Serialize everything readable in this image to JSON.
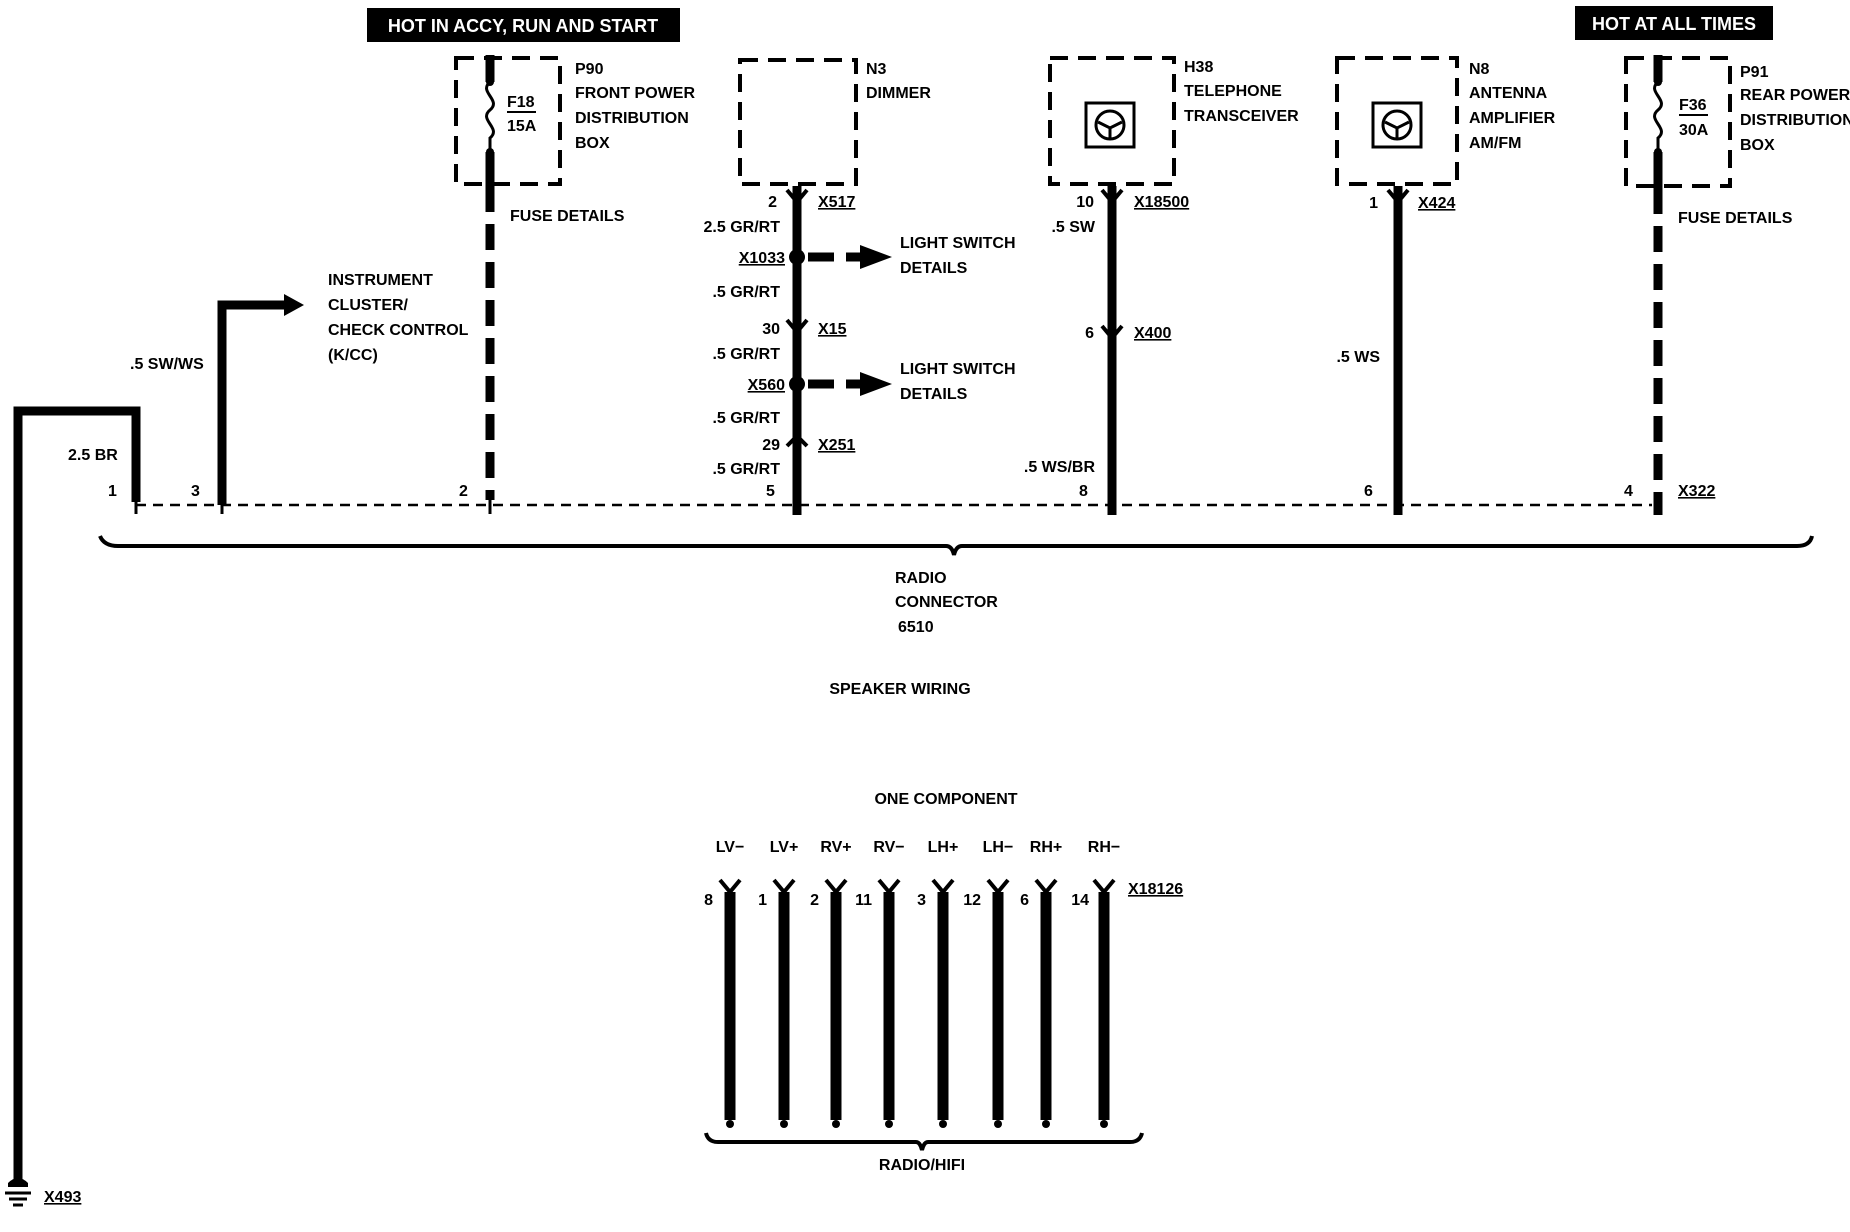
{
  "banners": {
    "hot_accy": "HOT IN ACCY, RUN AND START",
    "hot_all": "HOT AT ALL TIMES"
  },
  "p90": {
    "ref": "P90",
    "name1": "FRONT POWER",
    "name2": "DISTRIBUTION",
    "name3": "BOX",
    "fuse": "F18",
    "rating": "15A",
    "details": "FUSE DETAILS"
  },
  "n3": {
    "ref": "N3",
    "name": "DIMMER"
  },
  "h38": {
    "ref": "H38",
    "name1": "TELEPHONE",
    "name2": "TRANSCEIVER"
  },
  "n8": {
    "ref": "N8",
    "name1": "ANTENNA",
    "name2": "AMPLIFIER",
    "name3": "AM/FM"
  },
  "p91": {
    "ref": "P91",
    "name1": "REAR POWER",
    "name2": "DISTRIBUTION",
    "name3": "BOX",
    "fuse": "F36",
    "rating": "30A",
    "details": "FUSE DETAILS"
  },
  "instrument_cluster": {
    "line1": "INSTRUMENT",
    "line2": "CLUSTER/",
    "line3": "CHECK CONTROL",
    "line4": "(K/CC)"
  },
  "dimmer_circuit": {
    "pin_top": "2",
    "conn_top": "X517",
    "wire1": "2.5 GR/RT",
    "splice1": "X1033",
    "wire2": ".5 GR/RT",
    "pin_x15": "30",
    "conn_x15": "X15",
    "wire3": ".5 GR/RT",
    "splice2": "X560",
    "wire4": ".5 GR/RT",
    "pin_x251": "29",
    "conn_x251": "X251",
    "wire5": ".5 GR/RT",
    "light_switch1_l1": "LIGHT SWITCH",
    "light_switch1_l2": "DETAILS",
    "light_switch2_l1": "LIGHT SWITCH",
    "light_switch2_l2": "DETAILS"
  },
  "telephone_circuit": {
    "pin_top": "10",
    "conn_top": "X18500",
    "wire1": ".5 SW",
    "pin_x400": "6",
    "conn_x400": "X400",
    "wire2": ".5 WS/BR"
  },
  "antenna_circuit": {
    "pin_top": "1",
    "conn_top": "X424",
    "wire": ".5 WS"
  },
  "left_circuits": {
    "cluster_wire": ".5 SW/WS",
    "ground_wire": "2.5 BR",
    "ground_conn": "X493"
  },
  "radio_pins": {
    "p1": "1",
    "p3": "3",
    "p2": "2",
    "p5": "5",
    "p8": "8",
    "p6": "6",
    "p4": "4",
    "conn": "X322"
  },
  "radio_connector": {
    "line1": "RADIO",
    "line2": "CONNECTOR",
    "line3": "6510"
  },
  "speaker": {
    "section_title": "SPEAKER WIRING",
    "component_title": "ONE COMPONENT",
    "connector": "X18126",
    "bottom_label": "RADIO/HIFI",
    "terminals": [
      {
        "name": "LV−",
        "pin": "8"
      },
      {
        "name": "LV+",
        "pin": "1"
      },
      {
        "name": "RV+",
        "pin": "2"
      },
      {
        "name": "RV−",
        "pin": "11"
      },
      {
        "name": "LH+",
        "pin": "3"
      },
      {
        "name": "LH−",
        "pin": "12"
      },
      {
        "name": "RH+",
        "pin": "6"
      },
      {
        "name": "RH−",
        "pin": "14"
      }
    ]
  }
}
